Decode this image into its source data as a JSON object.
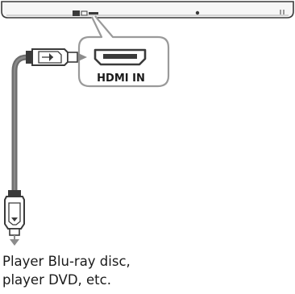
{
  "diagram": {
    "port_label": "HDMI IN",
    "caption_lines": [
      "Player Blu-ray disc,",
      "player DVD, etc."
    ],
    "colors": {
      "outline": "#3a3a3a",
      "cable": "#6d6d6d",
      "bubble": "#9a9a9a",
      "arrow": "#8c8c8c"
    }
  }
}
